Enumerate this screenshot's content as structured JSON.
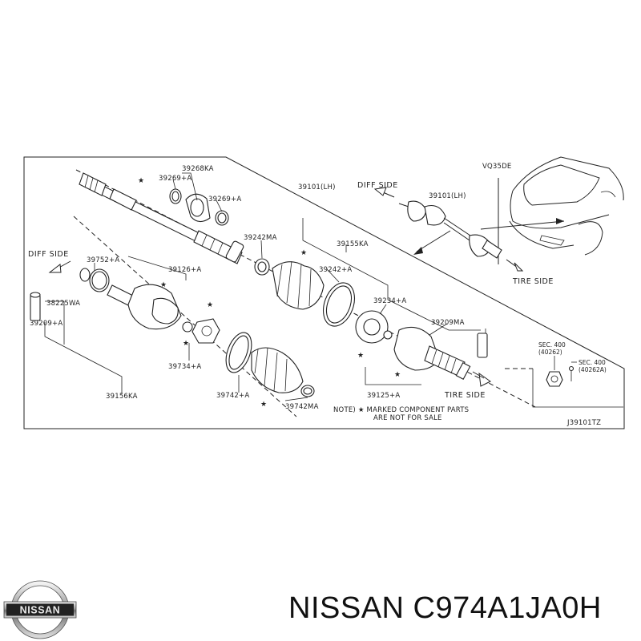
{
  "diagram": {
    "engine_code": "VQ35DE",
    "figure_code": "J39101TZ",
    "note": [
      "NOTE) ★ MARKED COMPONENT PARTS",
      "ARE NOT FOR SALE"
    ],
    "sides": {
      "diff_top": "DIFF SIDE",
      "diff_left": "DIFF SIDE",
      "tire_top": "TIRE SIDE",
      "tire_main": "TIRE SIDE"
    },
    "labels": {
      "p39268KA": "39268KA",
      "p39269A_1": "39269+A",
      "p39269A_2": "39269+A",
      "p39101LH_main": "39101(LH)",
      "p39101LH_inset": "39101(LH)",
      "p39242MA": "39242MA",
      "p39155KA": "39155KA",
      "p39242A": "39242+A",
      "p39752A": "39752+A",
      "p39126A": "39126+A",
      "p38225WA": "38225WA",
      "p39209A": "39209+A",
      "p39234A": "39234+A",
      "p39209MA": "39209MA",
      "p39734A": "39734+A",
      "p39742A": "39742+A",
      "p39742MA": "39742MA",
      "p39156KA": "39156KA",
      "p39125A": "39125+A",
      "sec400a": "SEC. 400",
      "sec400a_num": "(40262)",
      "sec400b": "SEC. 400",
      "sec400b_num": "(40262A)"
    }
  },
  "brand": {
    "logo_text": "NISSAN",
    "title": "NISSAN C974A1JA0H"
  }
}
